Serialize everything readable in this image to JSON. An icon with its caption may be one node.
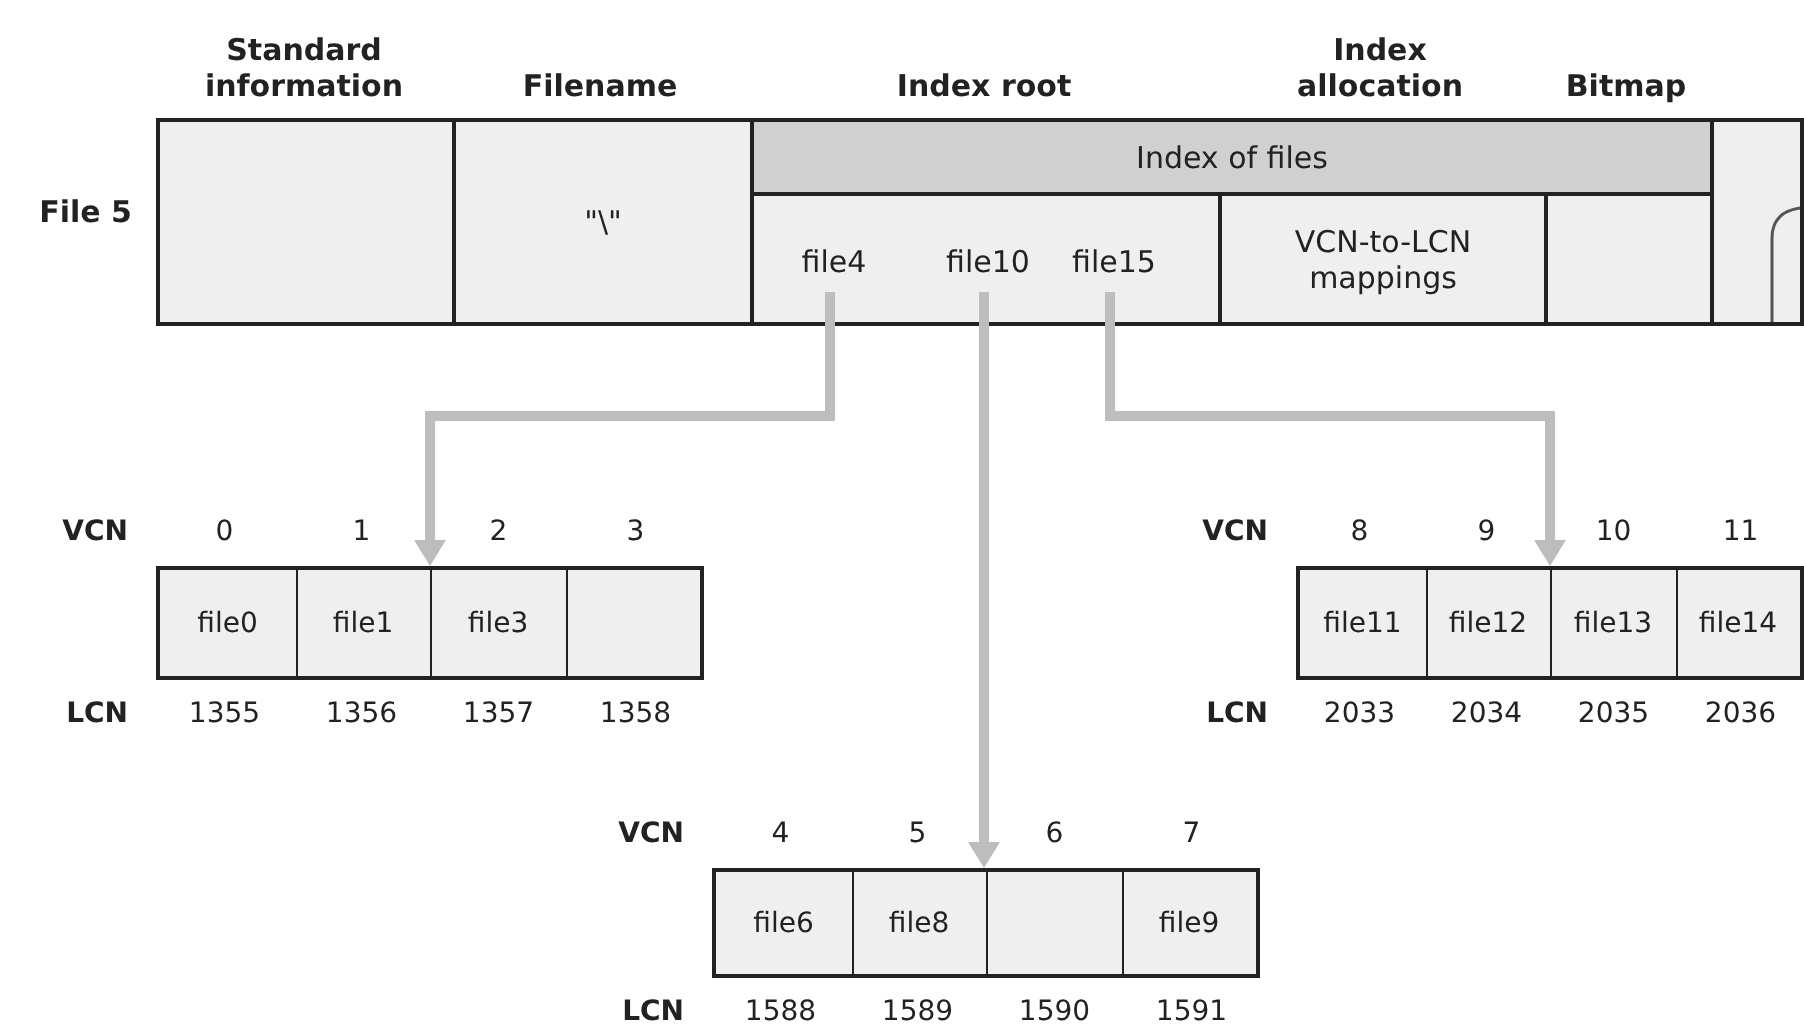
{
  "diagram": {
    "nodes": [
      {
        "text": [],
        "shape": "box",
        "beside": [
          "File 5"
        ]
      },
      {
        "text": [],
        "shape": "box",
        "in": 0
      },
      {
        "text": [
          "\"\\\""
        ],
        "in": 0
      },
      {
        "text": [
          "Index of files"
        ],
        "in": 0
      },
      {
        "text": [],
        "shape": "box",
        "in": 0
      },
      {
        "text": [
          "file4"
        ],
        "in": 4
      },
      {
        "text": [
          "file10"
        ],
        "in": 4
      },
      {
        "text": [
          "file15"
        ],
        "in": 4
      },
      {
        "text": [
          "VCN-to-LCN mappings"
        ],
        "in": 0
      },
      {
        "text": [],
        "shape": "box",
        "in": 0
      },
      {
        "text": [],
        "shape": "box",
        "in": 0
      },
      {
        "text": [],
        "shape": "box"
      },
      {
        "text": [
          "file0"
        ],
        "in": 11
      },
      {
        "text": [
          "file1"
        ],
        "in": 11
      },
      {
        "text": [
          "file3"
        ],
        "in": 11
      },
      {
        "text": [],
        "shape": "box",
        "in": 11
      },
      {
        "text": [],
        "shape": "box"
      },
      {
        "text": [
          "file11"
        ],
        "in": 16
      },
      {
        "text": [
          "file12"
        ],
        "in": 16
      },
      {
        "text": [
          "file13"
        ],
        "in": 16
      },
      {
        "text": [
          "file14"
        ],
        "in": 16
      },
      {
        "text": [],
        "shape": "box"
      },
      {
        "text": [
          "file6"
        ],
        "in": 21
      },
      {
        "text": [
          "file8"
        ],
        "in": 21
      },
      {
        "text": [],
        "shape": "box",
        "in": 21
      },
      {
        "text": [
          "file9"
        ],
        "in": 21
      }
    ],
    "edges": [
      {
        "from": 5,
        "to": 11,
        "arrow": "to"
      },
      {
        "from": 6,
        "to": 21,
        "arrow": "to"
      },
      {
        "from": 7,
        "to": 16,
        "arrow": "to"
      }
    ],
    "labels": [
      "Standard information",
      "Filename",
      "Index root",
      "Index allocation",
      "Bitmap",
      "VCN",
      "0",
      "1",
      "2",
      "3",
      "VCN",
      "8",
      "9",
      "10",
      "11",
      "LCN",
      "1355",
      "1356",
      "1357",
      "1358",
      "LCN",
      "2033",
      "2034",
      "2035",
      "2036",
      "VCN",
      "4",
      "5",
      "6",
      "7",
      "LCN",
      "1588",
      "1589",
      "1590",
      "1591"
    ]
  }
}
